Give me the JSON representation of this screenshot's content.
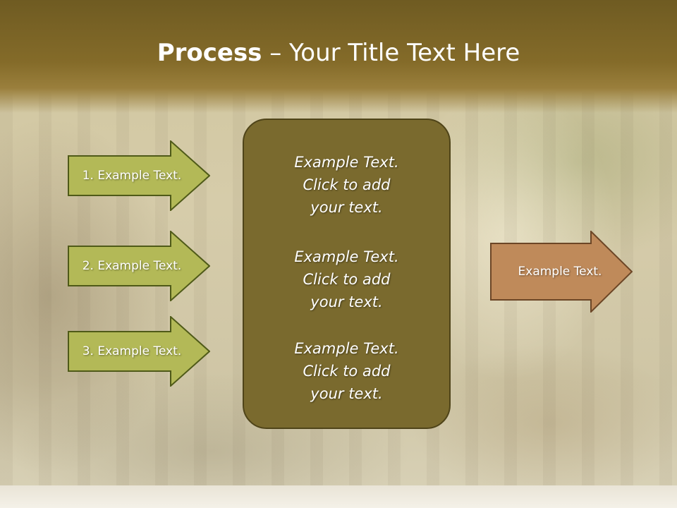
{
  "slide": {
    "title_bold": "Process",
    "title_rest": " – Your Title Text Here"
  },
  "left_steps": [
    {
      "label": "1. Example Text."
    },
    {
      "label": "2. Example Text."
    },
    {
      "label": "3. Example Text."
    }
  ],
  "center_box": {
    "blocks": [
      {
        "line1": "Example Text.",
        "line2": "Click  to add",
        "line3": "your text."
      },
      {
        "line1": "Example Text.",
        "line2": "Click  to add",
        "line3": "your text."
      },
      {
        "line1": "Example Text.",
        "line2": "Click  to add",
        "line3": "your text."
      }
    ]
  },
  "output_arrow": {
    "label": "Example Text."
  },
  "colors": {
    "title_bar": "#846b29",
    "left_arrow_fill": "#b3b957",
    "left_arrow_border": "#4f5a18",
    "center_box_fill": "#7a6a2e",
    "center_box_border": "#4f4419",
    "output_arrow_fill": "#bf8a5a",
    "output_arrow_border": "#6c4626"
  }
}
